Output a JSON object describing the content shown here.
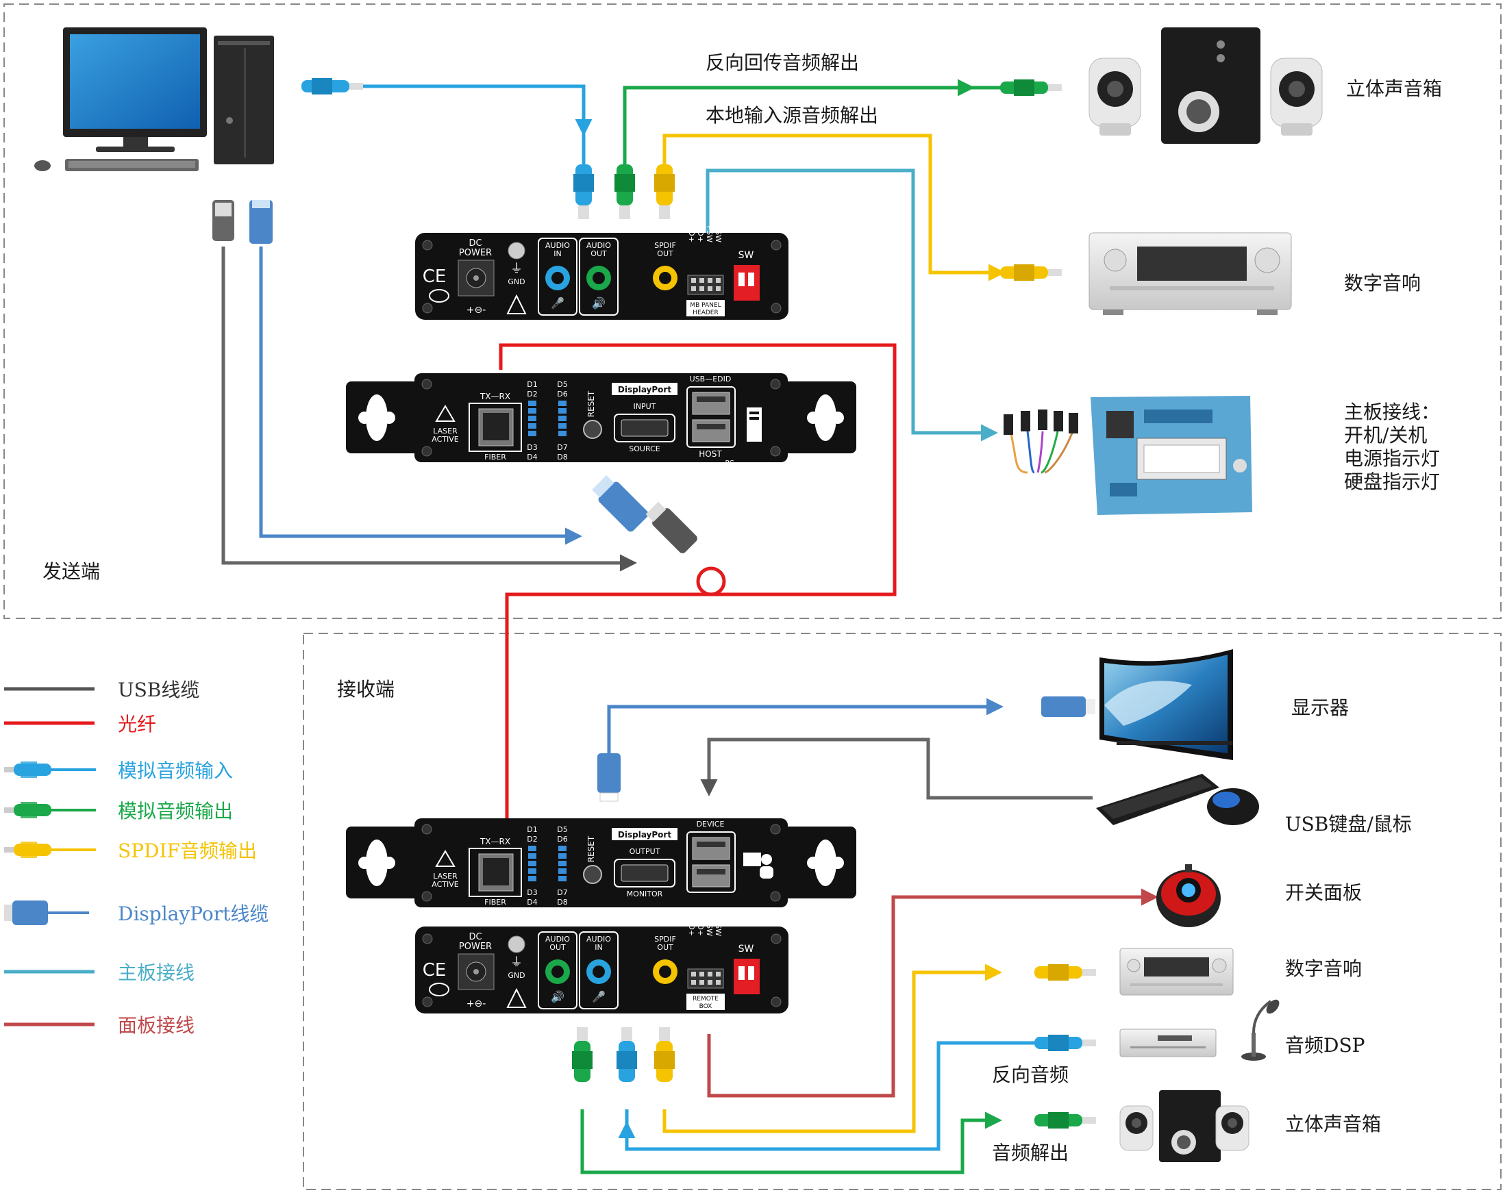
{
  "sections": {
    "sender": "发送端",
    "receiver": "接收端"
  },
  "top_labels": {
    "reverse_audio_out": "反向回传音频解出",
    "local_audio_out": "本地输入源音频解出"
  },
  "devices_right": {
    "stereo_top": "立体声音箱",
    "digital_audio_top": "数字音响",
    "mb_lines": [
      "主板接线：",
      "开机/关机",
      "电源指示灯",
      "硬盘指示灯"
    ],
    "monitor": "显示器",
    "kbd_mouse": "USB键盘/鼠标",
    "switch_panel": "开关面板",
    "digital_audio_bottom": "数字音响",
    "audio_dsp": "音频DSP",
    "stereo_bottom": "立体声音箱"
  },
  "bottom_labels": {
    "reverse_audio": "反向音频",
    "audio_out": "音频解出"
  },
  "legend": [
    {
      "label": "USB线缆",
      "color": "#555555",
      "text_color": "#333333"
    },
    {
      "label": "光纤",
      "color": "#e41a1c",
      "text_color": "#e41a1c"
    },
    {
      "label": "模拟音频输入",
      "color": "#29a3e0",
      "text_color": "#29a3e0"
    },
    {
      "label": "模拟音频输出",
      "color": "#1aa84a",
      "text_color": "#1aa84a"
    },
    {
      "label": "SPDIF音频输出",
      "color": "#f5c300",
      "text_color": "#f5c300"
    },
    {
      "label": "DisplayPort线缆",
      "color": "#4a86c8",
      "text_color": "#4a86c8"
    },
    {
      "label": "主板接线",
      "color": "#4aaec8",
      "text_color": "#4aaec8"
    },
    {
      "label": "面板接线",
      "color": "#c0484a",
      "text_color": "#c0484a"
    }
  ],
  "panel_text": {
    "dc_power": [
      "DC",
      "POWER"
    ],
    "gnd": "GND",
    "audio_in": [
      "AUDIO",
      "IN"
    ],
    "audio_out": [
      "AUDIO",
      "OUT"
    ],
    "spdif_out": [
      "SPDIF",
      "OUT"
    ],
    "header_pins": [
      "H-LED+",
      "P-LED+",
      "PSW",
      "RSW"
    ],
    "sw": "SW",
    "mb_panel_header": [
      "MB PANEL",
      "HEADER"
    ],
    "remote_box": [
      "REMOTE",
      "BOX"
    ],
    "tx_rx": "TX—RX",
    "laser": [
      "LASER",
      "ACTIVE"
    ],
    "fiber": "FIBER",
    "leds_left": [
      "D1",
      "D2",
      "D3",
      "D4"
    ],
    "leds_right": [
      "D5",
      "D6",
      "D7",
      "D8"
    ],
    "reset": "RESET",
    "displayport": "DisplayPort",
    "input": "INPUT",
    "source": "SOURCE",
    "output": "OUTPUT",
    "monitor": "MONITOR",
    "usb_edid": "USB—EDID",
    "host": "HOST",
    "pc": "PC",
    "device": "DEVICE"
  }
}
